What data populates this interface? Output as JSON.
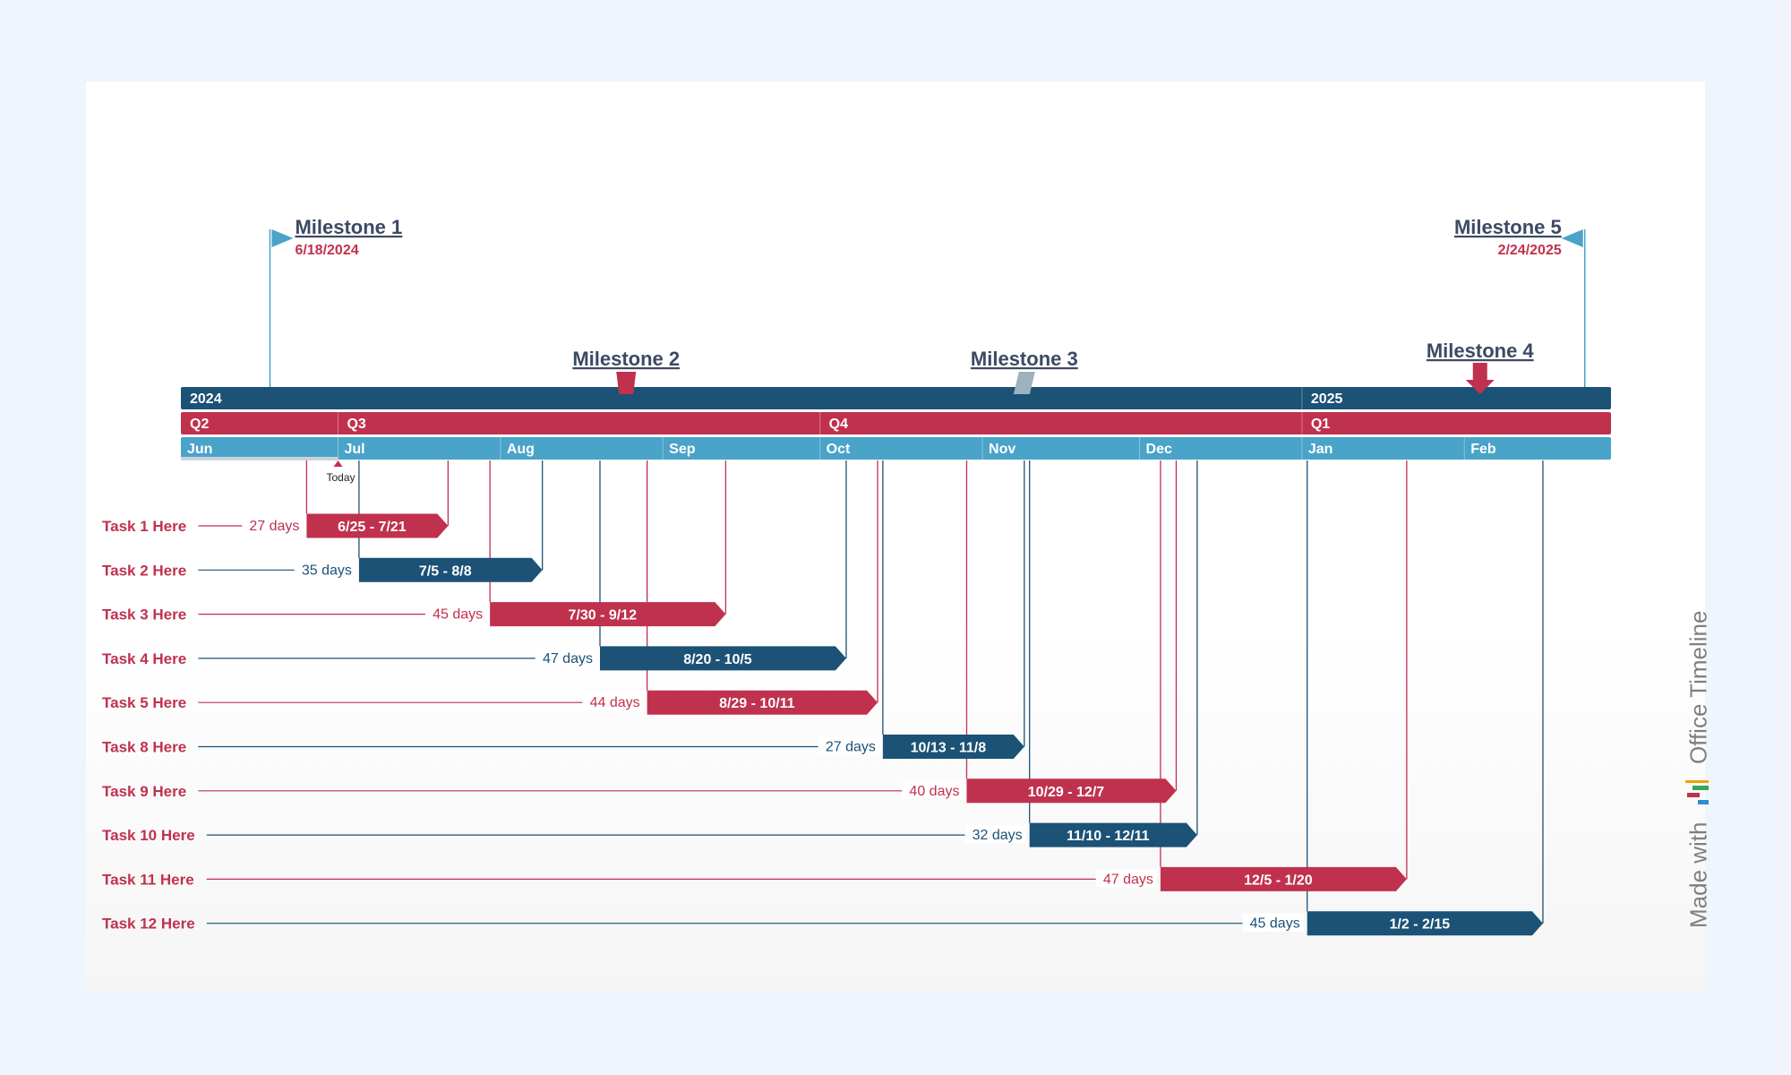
{
  "chart_data": {
    "type": "gantt",
    "scale": {
      "start": "2024-06-01",
      "end": "2025-02-28"
    },
    "years": [
      {
        "label": "2024",
        "start": "2024-06-01"
      },
      {
        "label": "2025",
        "start": "2025-01-01"
      }
    ],
    "quarters": [
      {
        "label": "Q2",
        "start": "2024-06-01"
      },
      {
        "label": "Q3",
        "start": "2024-07-01"
      },
      {
        "label": "Q4",
        "start": "2024-10-01"
      },
      {
        "label": "Q1",
        "start": "2025-01-01"
      }
    ],
    "months": [
      {
        "label": "Jun",
        "start": "2024-06-01"
      },
      {
        "label": "Jul",
        "start": "2024-07-01"
      },
      {
        "label": "Aug",
        "start": "2024-08-01"
      },
      {
        "label": "Sep",
        "start": "2024-09-01"
      },
      {
        "label": "Oct",
        "start": "2024-10-01"
      },
      {
        "label": "Nov",
        "start": "2024-11-01"
      },
      {
        "label": "Dec",
        "start": "2024-12-01"
      },
      {
        "label": "Jan",
        "start": "2025-01-01"
      },
      {
        "label": "Feb",
        "start": "2025-02-01"
      }
    ],
    "today": {
      "label": "Today",
      "date": "2024-07-01"
    },
    "milestones": [
      {
        "name": "Milestone 1",
        "date_label": "6/18/2024",
        "date": "2024-06-18",
        "shape": "flag-right",
        "color": "#4aa3c8"
      },
      {
        "name": "Milestone 2",
        "date_label": "",
        "date": "2024-08-25",
        "shape": "trapezoid",
        "color": "#c0314e"
      },
      {
        "name": "Milestone 3",
        "date_label": "",
        "date": "2024-11-09",
        "shape": "parallelogram",
        "color": "#9eb1bd"
      },
      {
        "name": "Milestone 4",
        "date_label": "",
        "date": "2025-02-04",
        "shape": "arrow-down",
        "color": "#c0314e"
      },
      {
        "name": "Milestone 5",
        "date_label": "2/24/2025",
        "date": "2025-02-24",
        "shape": "flag-left",
        "color": "#4aa3c8"
      }
    ],
    "tasks": [
      {
        "name": "Task 1 Here",
        "start": "2024-06-25",
        "end": "2024-07-21",
        "range_label": "6/25 - 7/21",
        "duration_label": "27 days",
        "color": "#c0314e"
      },
      {
        "name": "Task 2 Here",
        "start": "2024-07-05",
        "end": "2024-08-08",
        "range_label": "7/5 - 8/8",
        "duration_label": "35 days",
        "color": "#1b5276"
      },
      {
        "name": "Task 3 Here",
        "start": "2024-07-30",
        "end": "2024-09-12",
        "range_label": "7/30 - 9/12",
        "duration_label": "45 days",
        "color": "#c0314e"
      },
      {
        "name": "Task 4 Here",
        "start": "2024-08-20",
        "end": "2024-10-05",
        "range_label": "8/20 - 10/5",
        "duration_label": "47 days",
        "color": "#1b5276"
      },
      {
        "name": "Task 5 Here",
        "start": "2024-08-29",
        "end": "2024-10-11",
        "range_label": "8/29 - 10/11",
        "duration_label": "44 days",
        "color": "#c0314e"
      },
      {
        "name": "Task 8 Here",
        "start": "2024-10-13",
        "end": "2024-11-08",
        "range_label": "10/13 - 11/8",
        "duration_label": "27 days",
        "color": "#1b5276"
      },
      {
        "name": "Task 9 Here",
        "start": "2024-10-29",
        "end": "2024-12-07",
        "range_label": "10/29 - 12/7",
        "duration_label": "40 days",
        "color": "#c0314e"
      },
      {
        "name": "Task 10 Here",
        "start": "2024-11-10",
        "end": "2024-12-11",
        "range_label": "11/10 - 12/11",
        "duration_label": "32 days",
        "color": "#1b5276"
      },
      {
        "name": "Task 11 Here",
        "start": "2024-12-05",
        "end": "2025-01-20",
        "range_label": "12/5 - 1/20",
        "duration_label": "47 days",
        "color": "#c0314e"
      },
      {
        "name": "Task 12 Here",
        "start": "2025-01-02",
        "end": "2025-02-15",
        "range_label": "1/2 - 2/15",
        "duration_label": "45 days",
        "color": "#1b5276"
      }
    ]
  },
  "colors": {
    "year_band": "#1b5276",
    "quarter_band": "#c0314e",
    "month_band": "#4aa3c8",
    "milestone_title": "#3c4a63",
    "milestone_date": "#c0314e"
  },
  "watermark": {
    "prefix": "Made with",
    "suffix": "Office Timeline",
    "icon": "office-timeline-logo-icon"
  }
}
